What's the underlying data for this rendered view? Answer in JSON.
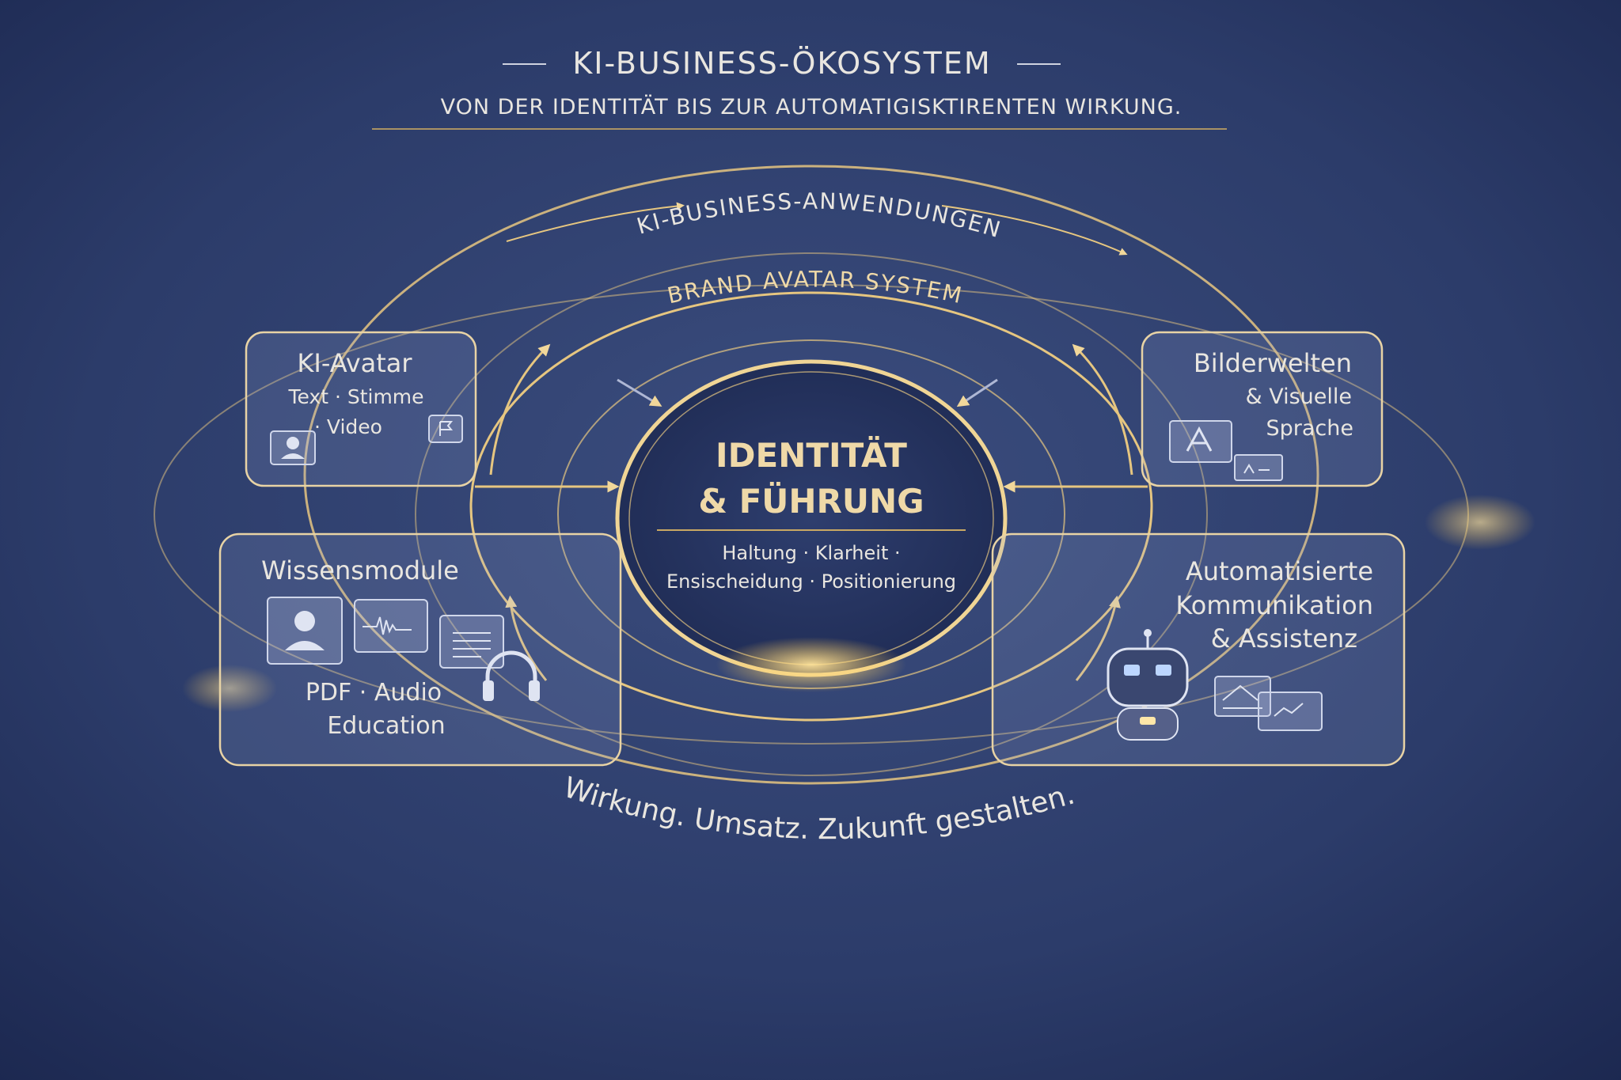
{
  "header": {
    "title": "KI-BUSINESS-ÖKOSYSTEM",
    "subtitle": "VON DER IDENTITÄT BIS ZUR AUTOMATIGISKTIRENTEN WIRKUNG."
  },
  "rings": {
    "outer": "KI-BUSINESS-ANWENDUNGEN",
    "inner": "BRAND AVATAR SYSTEM",
    "bottom": "Wirkung. Umsatz. Zukunft gestalten."
  },
  "center": {
    "title_line1": "IDENTITÄT",
    "title_line2": "& FÜHRUNG",
    "sub_line1": "Haltung · Klarheit ·",
    "sub_line2": "Ensischeidung · Positionierung"
  },
  "modules": {
    "avatar": {
      "title": "KI-Avatar",
      "line1": "Text · Stimme",
      "line2": "· Video"
    },
    "bilder": {
      "title": "Bilderwelten",
      "line1": "& Visuelle",
      "line2": "Sprache"
    },
    "wissen": {
      "title": "Wissensmodule",
      "line1": "PDF · Audio",
      "line2": "Education"
    },
    "auto": {
      "title": "Automatisierte",
      "line1": "Kommunikation",
      "line2": "& Assistenz"
    }
  },
  "colors": {
    "background": "#2a3a66",
    "gold": "#e6c680",
    "text": "#e9e6e0"
  }
}
